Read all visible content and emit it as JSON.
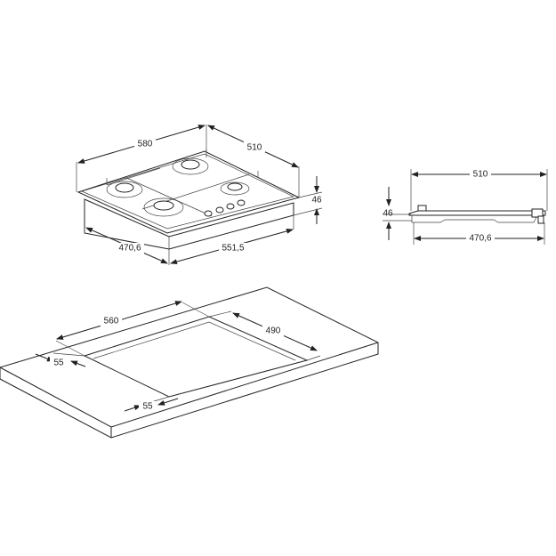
{
  "drawing": {
    "hob_dimensions": {
      "width": "580",
      "depth": "510",
      "height": "46",
      "body_depth": "470,6",
      "body_width": "551,5"
    },
    "side_view_dimensions": {
      "depth": "510",
      "height": "46",
      "body_depth": "470,6"
    },
    "cutout_dimensions": {
      "width": "560",
      "depth": "490",
      "margin_side": "55",
      "margin_front": "55"
    },
    "line_color": "#222222"
  }
}
